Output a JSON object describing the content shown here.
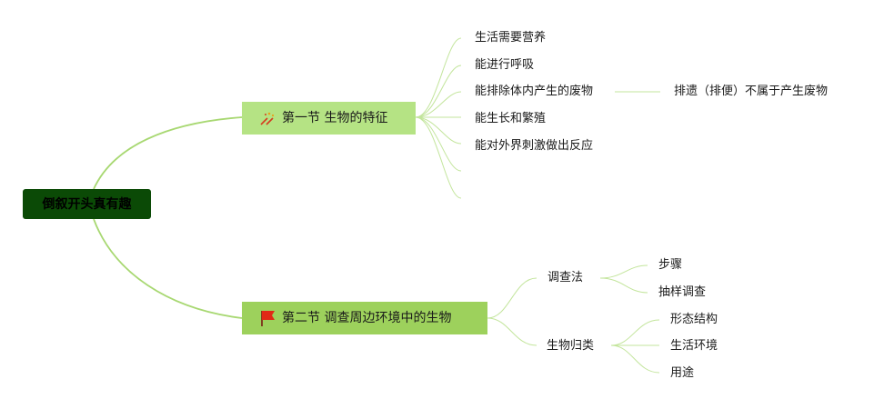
{
  "root": {
    "label": "倒叙开头真有趣"
  },
  "section1": {
    "label": "第一节 生物的特征",
    "icon": "fireworks-icon",
    "items": [
      "生活需要营养",
      "能进行呼吸",
      "能排除体内产生的废物",
      "能生长和繁殖",
      "能对外界刺激做出反应"
    ],
    "note": "排遗（排便）不属于产生废物"
  },
  "section2": {
    "label": "第二节 调查周边环境中的生物",
    "icon": "red-flag-icon",
    "group1": {
      "label": "调查法",
      "items": [
        "步骤",
        "抽样调查"
      ]
    },
    "group2": {
      "label": "生物归类",
      "items": [
        "形态结构",
        "生活环境",
        "用途"
      ]
    }
  },
  "colors": {
    "root_bg": "#0b4a06",
    "section1_bg": "#b5e384",
    "section2_bg": "#9dd15c",
    "branch": "#a8d872"
  }
}
